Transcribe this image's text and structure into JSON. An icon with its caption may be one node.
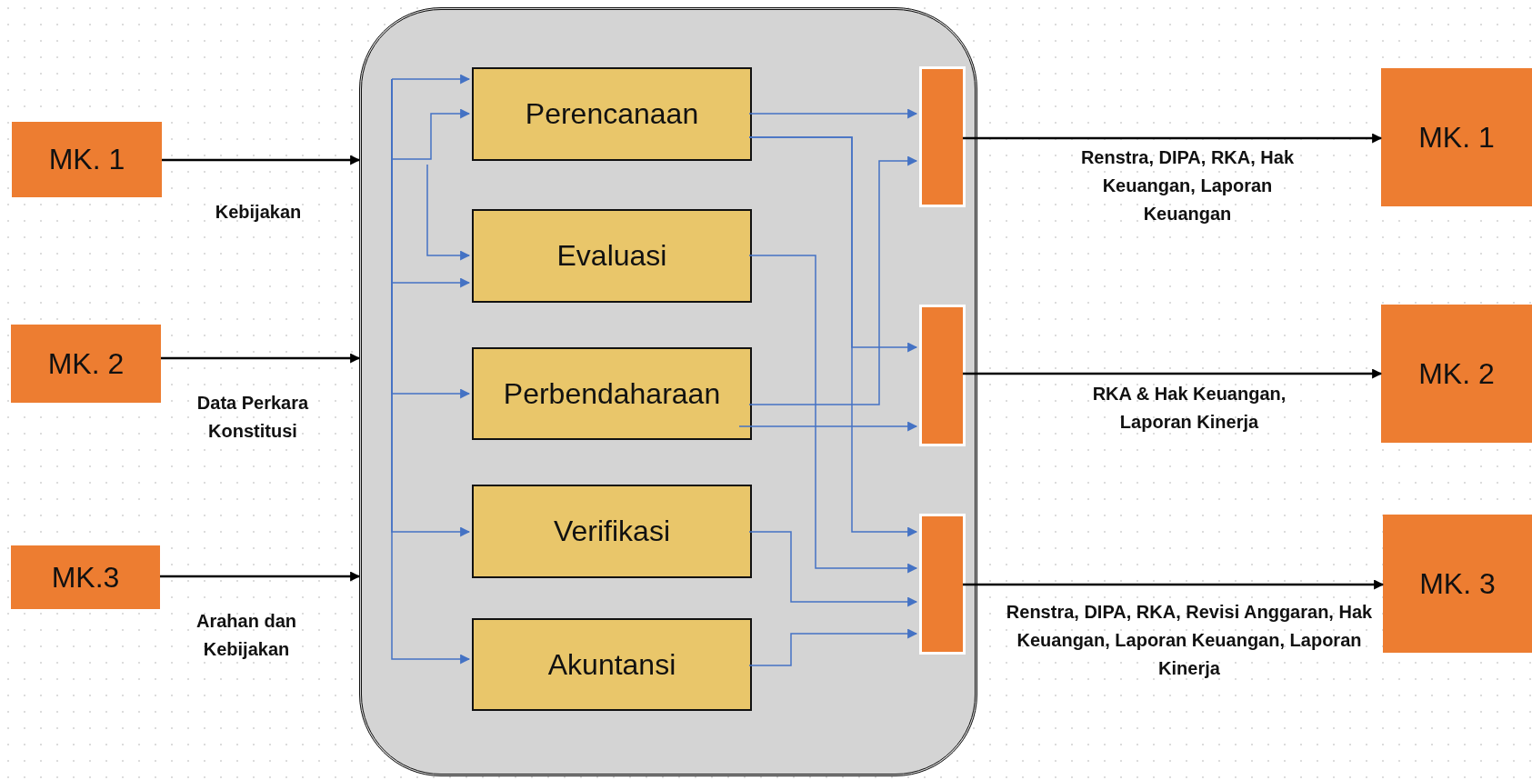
{
  "diagram": {
    "nodes": [
      {
        "text": [
          "MK. 1"
        ]
      },
      {
        "text": [
          "MK. 2"
        ]
      },
      {
        "text": [
          "MK.3"
        ]
      },
      {
        "text": [],
        "shape": "box"
      },
      {
        "text": [
          "Perencanaan"
        ],
        "in": 3
      },
      {
        "text": [
          "Evaluasi"
        ],
        "in": 3
      },
      {
        "text": [
          "Perbendaharaan"
        ],
        "in": 3
      },
      {
        "text": [
          "Verifikasi"
        ],
        "in": 3
      },
      {
        "text": [
          "Akuntansi"
        ],
        "in": 3
      },
      {
        "text": [],
        "shape": "bar",
        "in": 3
      },
      {
        "text": [],
        "shape": "bar",
        "in": 3
      },
      {
        "text": [],
        "shape": "bar",
        "in": 3
      },
      {
        "text": [
          "MK. 1"
        ]
      },
      {
        "text": [
          "MK. 2"
        ]
      },
      {
        "text": [
          "MK. 3"
        ]
      }
    ],
    "edges": [
      {
        "from": 0,
        "to": 3,
        "arrow": "to",
        "label": "Kebijakan",
        "color": "#000000"
      },
      {
        "from": 1,
        "to": 3,
        "arrow": "to",
        "label": "Data Perkara Konstitusi",
        "color": "#000000"
      },
      {
        "from": 2,
        "to": 3,
        "arrow": "to",
        "label": "Arahan dan Kebijakan",
        "color": "#000000"
      },
      {
        "from": null,
        "to": 4,
        "arrow": "to"
      },
      {
        "from": null,
        "to": 4,
        "arrow": "to"
      },
      {
        "from": null,
        "to": 5,
        "arrow": "to"
      },
      {
        "from": null,
        "to": 5,
        "arrow": "to"
      },
      {
        "from": null,
        "to": 6,
        "arrow": "to"
      },
      {
        "from": null,
        "to": 7,
        "arrow": "to"
      },
      {
        "from": null,
        "to": 8,
        "arrow": "to"
      },
      {
        "from": 4,
        "to": 9,
        "arrow": "to"
      },
      {
        "from": 4,
        "to": 11,
        "arrow": "to"
      },
      {
        "from": 4,
        "to": 10,
        "arrow": "to"
      },
      {
        "from": 5,
        "to": 11,
        "arrow": "to"
      },
      {
        "from": 6,
        "to": 9,
        "arrow": "to"
      },
      {
        "from": 6,
        "to": 10,
        "arrow": "to"
      },
      {
        "from": 7,
        "to": 11,
        "arrow": "to"
      },
      {
        "from": 8,
        "to": 11,
        "arrow": "to"
      },
      {
        "from": 9,
        "to": 12,
        "arrow": "to",
        "label": "Renstra, DIPA, RKA, Hak Keuangan, Laporan Keuangan",
        "color": "#000000"
      },
      {
        "from": 10,
        "to": 13,
        "arrow": "to",
        "label": "RKA & Hak Keuangan, Laporan Kinerja",
        "color": "#000000"
      },
      {
        "from": 11,
        "to": 14,
        "arrow": "to",
        "label": "Renstra, DIPA, RKA, Revisi Anggaran, Hak Keuangan, Laporan Keuangan, Laporan Kinerja",
        "color": "#000000"
      }
    ]
  }
}
